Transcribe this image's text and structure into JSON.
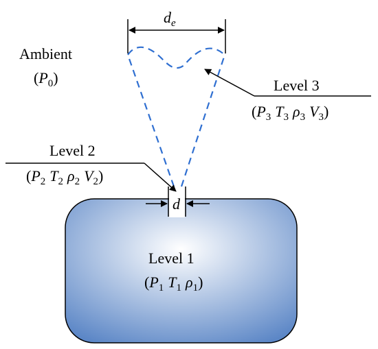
{
  "diagram": {
    "ambient": {
      "label": "Ambient",
      "pressure_symbol": "P",
      "pressure_sub": "0"
    },
    "level_1": {
      "label": "Level 1",
      "vars": [
        {
          "sym": "P",
          "sub": "1"
        },
        {
          "sym": "T",
          "sub": "1"
        },
        {
          "sym": "ρ",
          "sub": "1"
        }
      ]
    },
    "level_2": {
      "label": "Level 2",
      "vars": [
        {
          "sym": "P",
          "sub": "2"
        },
        {
          "sym": "T",
          "sub": "2"
        },
        {
          "sym": "ρ",
          "sub": "2"
        },
        {
          "sym": "V",
          "sub": "2"
        }
      ]
    },
    "level_3": {
      "label": "Level 3",
      "vars": [
        {
          "sym": "P",
          "sub": "3"
        },
        {
          "sym": "T",
          "sub": "3"
        },
        {
          "sym": "ρ",
          "sub": "3"
        },
        {
          "sym": "V",
          "sub": "3"
        }
      ]
    },
    "orifice_dim": {
      "sym": "d"
    },
    "plume_dim": {
      "sym": "d",
      "sub": "e"
    },
    "colors": {
      "tank_center": "#ffffff",
      "tank_edge": "#5b86c6",
      "tank_stroke": "#000000",
      "plume": "#2f6fd1",
      "line": "#000000"
    }
  }
}
